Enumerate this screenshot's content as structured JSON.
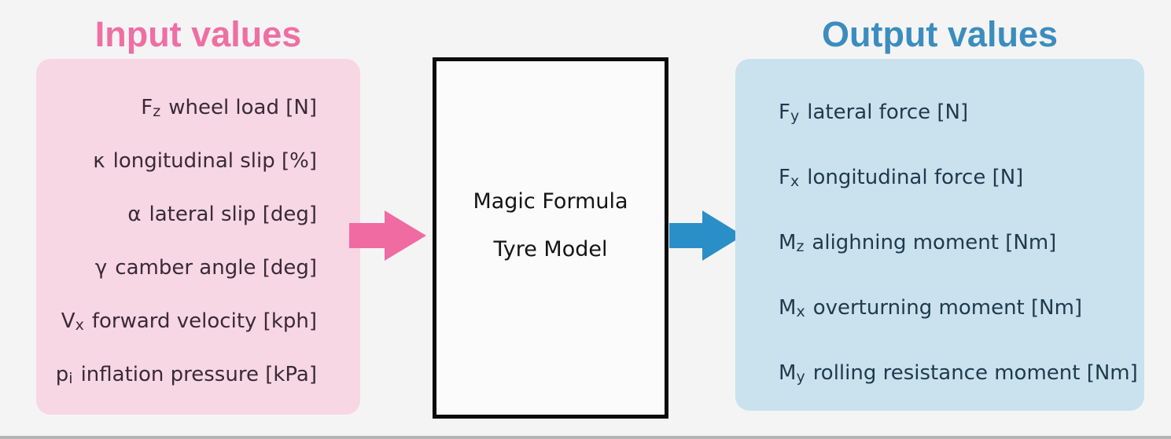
{
  "background_color": "#f5f4f4",
  "input_panel": {
    "title": "Input values",
    "title_color": "#ee6fa4",
    "box_color": "#f7d7e3",
    "text_color": "#3a2a38",
    "arrow_color": "#f06ba2",
    "items": [
      {
        "symbol": "F",
        "sub": "z",
        "label": "wheel load [N]"
      },
      {
        "symbol": "κ",
        "sub": "",
        "label": "longitudinal slip [%]"
      },
      {
        "symbol": "α",
        "sub": "",
        "label": "lateral slip [deg]"
      },
      {
        "symbol": "γ",
        "sub": "",
        "label": "camber angle [deg]"
      },
      {
        "symbol": "V",
        "sub": "x",
        "label": "forward velocity [kph]"
      },
      {
        "symbol": "p",
        "sub": "i",
        "label": "inflation pressure [kPa]"
      }
    ]
  },
  "model_box": {
    "line1": "Magic Formula",
    "line2": "Tyre Model",
    "fill_color": "#fbfbfb",
    "border_color": "#0a0a0a",
    "text_color": "#141414"
  },
  "output_panel": {
    "title": "Output values",
    "title_color": "#3b8dbf",
    "box_color": "#c9e2ee",
    "text_color": "#1e3a4d",
    "arrow_color": "#2b8fc7",
    "items": [
      {
        "symbol": "F",
        "sub": "y",
        "label": "lateral force [N]"
      },
      {
        "symbol": "F",
        "sub": "x",
        "label": "longitudinal force [N]"
      },
      {
        "symbol": "M",
        "sub": "z",
        "label": "alighning moment [Nm]"
      },
      {
        "symbol": "M",
        "sub": "x",
        "label": "overturning moment [Nm]"
      },
      {
        "symbol": "M",
        "sub": "y",
        "label": "rolling resistance moment [Nm]"
      }
    ]
  }
}
